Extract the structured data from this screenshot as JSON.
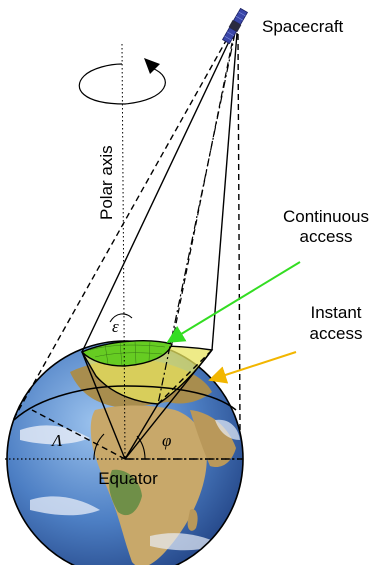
{
  "labels": {
    "spacecraft": "Spacecraft",
    "polar_axis": "Polar axis",
    "continuous_line1": "Continuous",
    "continuous_line2": "access",
    "instant_line1": "Instant",
    "instant_line2": "access",
    "equator": "Equator",
    "epsilon": "ε",
    "lambda": "Λ",
    "phi": "φ"
  },
  "colors": {
    "continuous_arrow": "#33dd22",
    "instant_arrow": "#f2b600",
    "continuous_fill": "#66cc22",
    "instant_fill": "#e8e460",
    "ocean": "#3f6fb8",
    "land": "#b89a5a",
    "spacecraft_panel": "#3a46a8"
  }
}
